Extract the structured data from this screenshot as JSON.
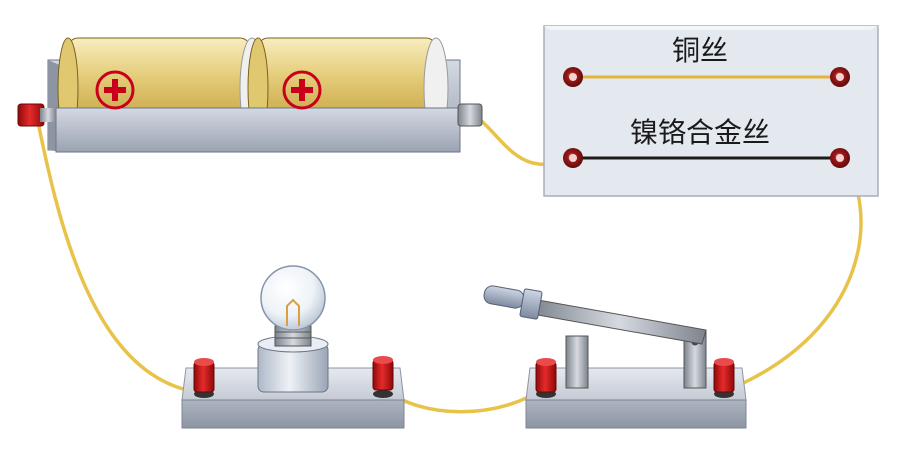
{
  "labels": {
    "copper_wire": "铜丝",
    "nichrome_wire": "镍铬合金丝"
  },
  "colors": {
    "copper_wire": "#e2b43a",
    "nichrome_wire": "#1c1c1c",
    "connecting_wire": "#e8c34a",
    "battery_body": "#e6cf7e",
    "plus_symbol": "#c8001c",
    "terminal_red": "#d41c1c",
    "base_grey": "#c6ccd6"
  },
  "components": [
    {
      "name": "battery",
      "cells": 2,
      "polarity_symbol": "+"
    },
    {
      "name": "wire-board",
      "wires": [
        "copper",
        "nichrome"
      ]
    },
    {
      "name": "light-bulb"
    },
    {
      "name": "knife-switch",
      "state": "open"
    }
  ]
}
